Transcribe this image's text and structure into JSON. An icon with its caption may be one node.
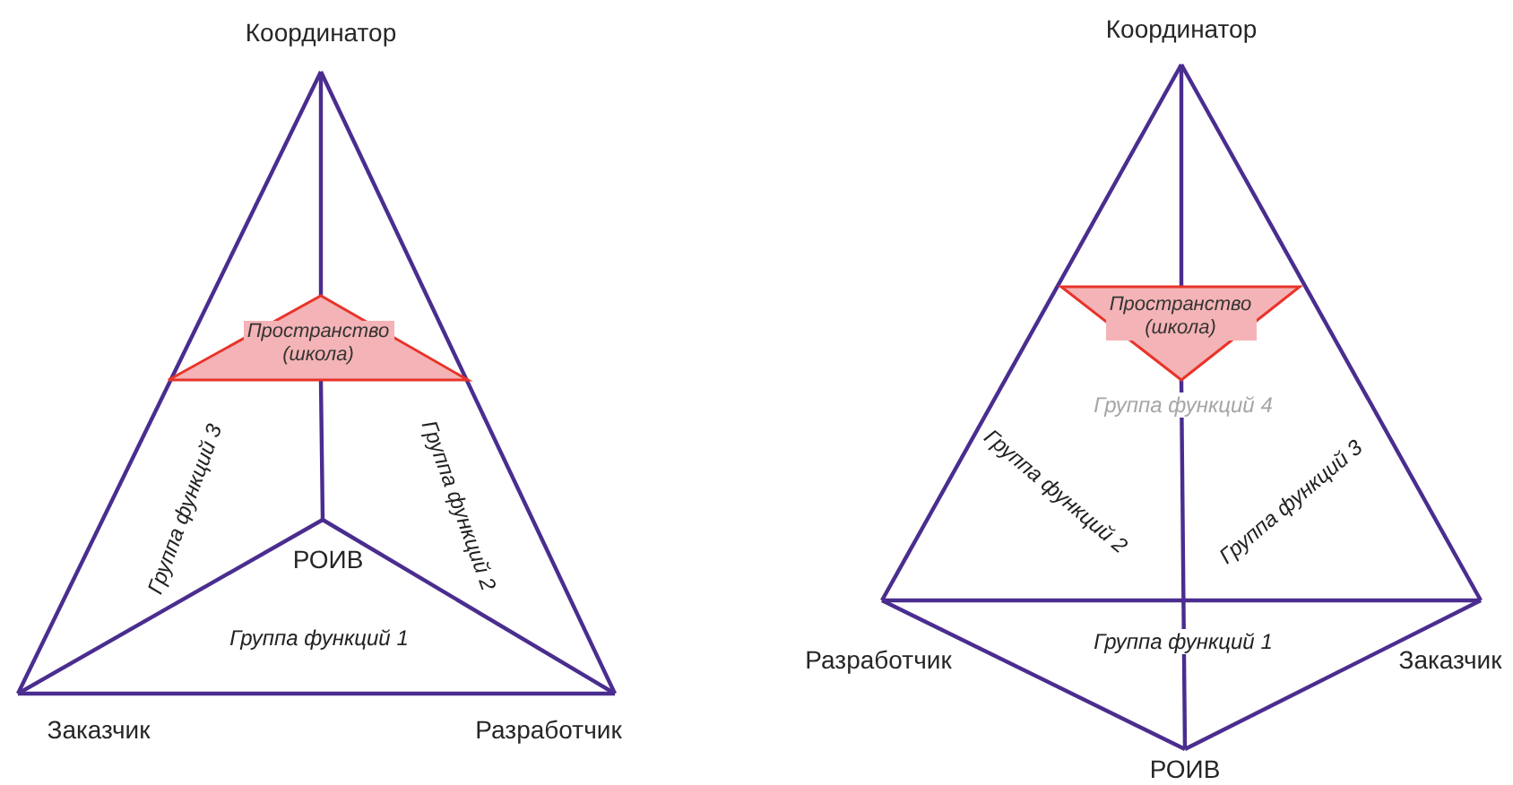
{
  "diagram": {
    "nodes": [
      {
        "text": [
          "Координатор"
        ]
      },
      {
        "text": [
          "Пространство (школа)"
        ]
      },
      {
        "text": [
          "РОИВ"
        ]
      },
      {
        "text": [
          "Заказчик"
        ]
      },
      {
        "text": [
          "Разработчик"
        ]
      },
      {
        "text": [
          "Координатор"
        ]
      },
      {
        "text": [
          "Пространство (школа)"
        ]
      },
      {
        "text": [
          "Разработчик"
        ]
      },
      {
        "text": [
          "Заказчик"
        ]
      },
      {
        "text": [
          "РОИВ"
        ]
      }
    ],
    "edges": [
      {
        "from": 0,
        "to": 3,
        "arrow": "none"
      },
      {
        "from": 0,
        "to": 4,
        "arrow": "none"
      },
      {
        "from": 3,
        "to": 4,
        "arrow": "none"
      },
      {
        "from": 0,
        "to": 1,
        "arrow": "none"
      },
      {
        "from": 1,
        "to": 2,
        "arrow": "none"
      },
      {
        "from": 2,
        "to": 3,
        "arrow": "none"
      },
      {
        "from": 2,
        "to": 4,
        "arrow": "none"
      },
      {
        "from": 5,
        "to": 7,
        "arrow": "none"
      },
      {
        "from": 5,
        "to": 8,
        "arrow": "none"
      },
      {
        "from": 7,
        "to": 8,
        "arrow": "none"
      },
      {
        "from": 5,
        "to": 6,
        "arrow": "none"
      },
      {
        "from": 6,
        "to": 9,
        "arrow": "none"
      },
      {
        "from": 7,
        "to": 9,
        "arrow": "none"
      },
      {
        "from": 8,
        "to": 9,
        "arrow": "none"
      }
    ],
    "labels": [
      "Группа функций 3",
      "Группа функций 2",
      "Группа функций 1",
      "Группа функций 4",
      "Группа функций 2",
      "Группа функций 3",
      "Группа функций 1"
    ]
  }
}
